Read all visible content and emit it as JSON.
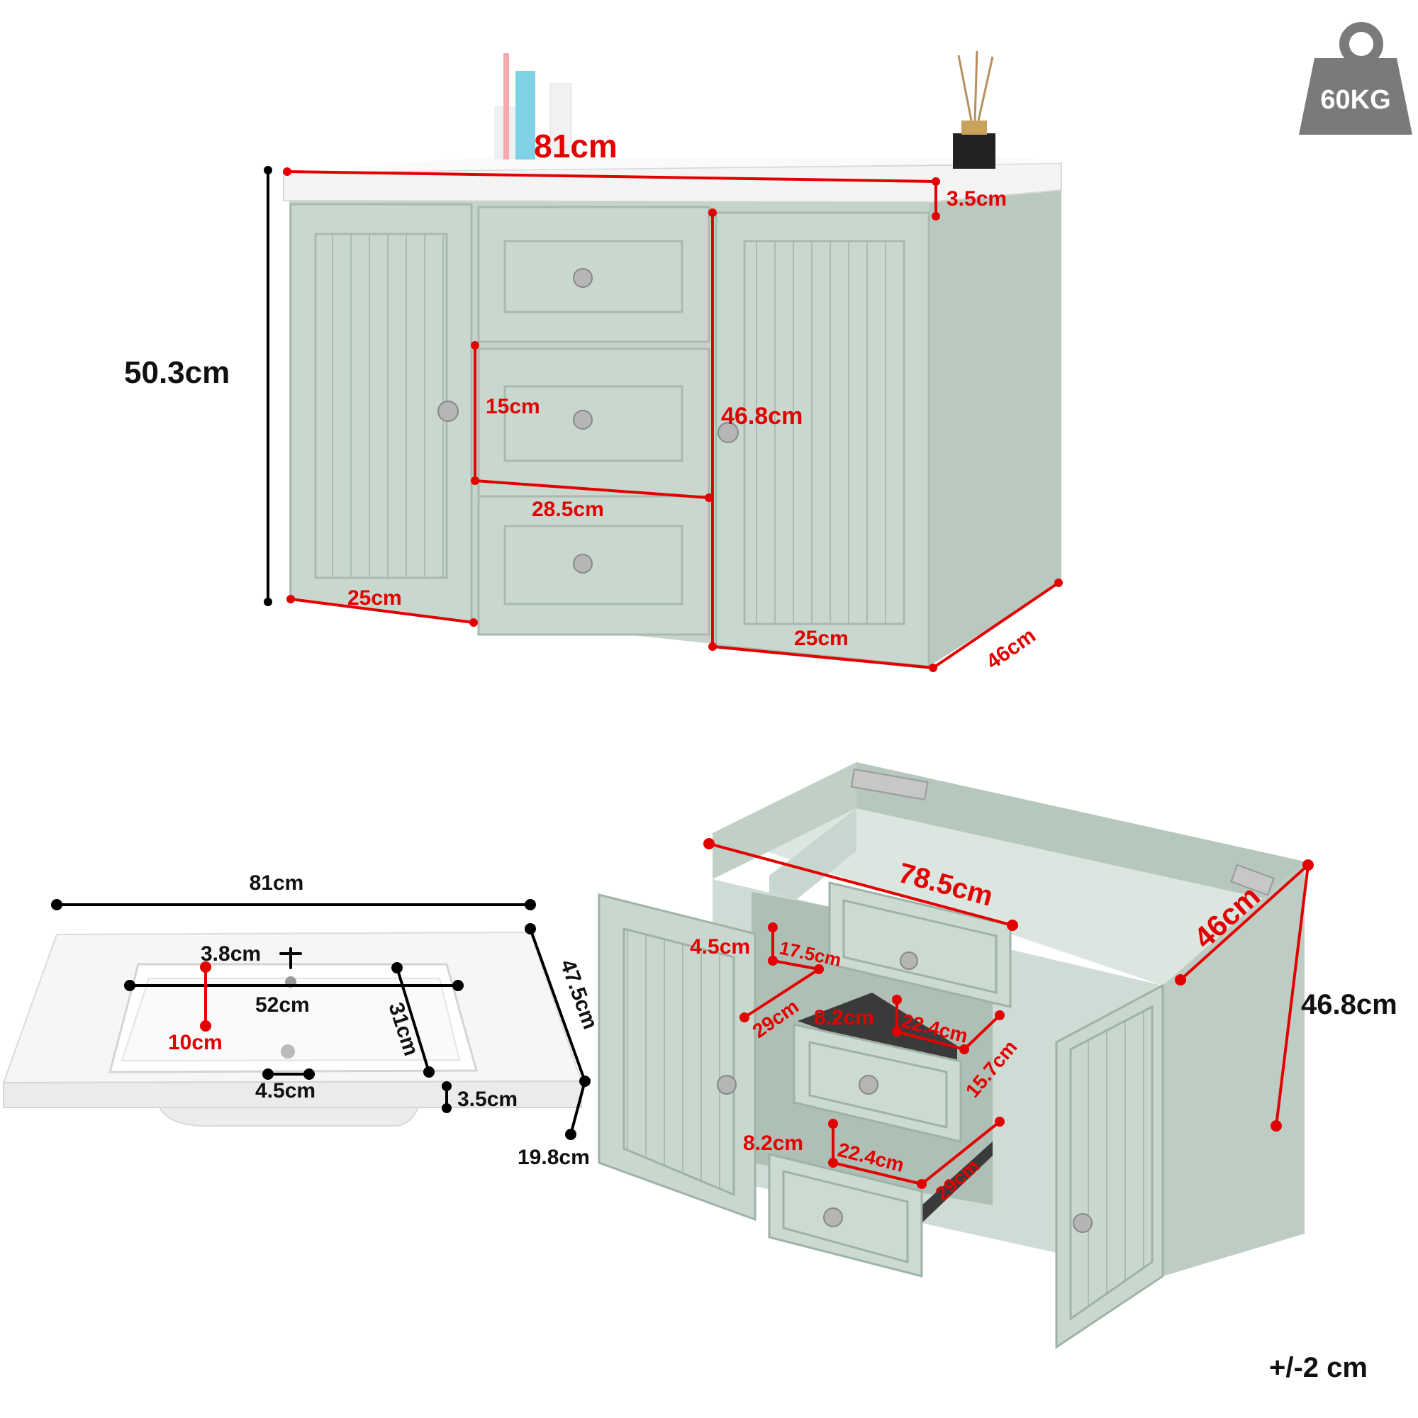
{
  "badge": {
    "weight": "60KG"
  },
  "tolerance": "+/-2 cm",
  "front_view": {
    "top_width": "81cm",
    "top_thickness": "3.5cm",
    "total_height": "50.3cm",
    "drawer_height": "15cm",
    "cabinet_height": "46.8cm",
    "drawer_width": "28.5cm",
    "left_door_width": "25cm",
    "right_door_width": "25cm",
    "depth": "46cm"
  },
  "basin_view": {
    "width": "81cm",
    "tap_hole": "3.8cm",
    "inner_width": "52cm",
    "tap_offset": "10cm",
    "inner_depth": "31cm",
    "depth": "47.5cm",
    "drain": "4.5cm",
    "rim": "3.5cm",
    "height": "19.8cm"
  },
  "open_view": {
    "inner_width": "78.5cm",
    "depth": "46cm",
    "height": "46.8cm",
    "top_drawer_side": "4.5cm",
    "top_drawer_width": "17.5cm",
    "top_drawer_depth": "29cm",
    "mid_drawer_height": "8.2cm",
    "mid_drawer_width": "22.4cm",
    "mid_drawer_front": "15.7cm",
    "bottom_drawer_height": "8.2cm",
    "bottom_drawer_width": "22.4cm",
    "bottom_drawer_depth": "29cm"
  }
}
